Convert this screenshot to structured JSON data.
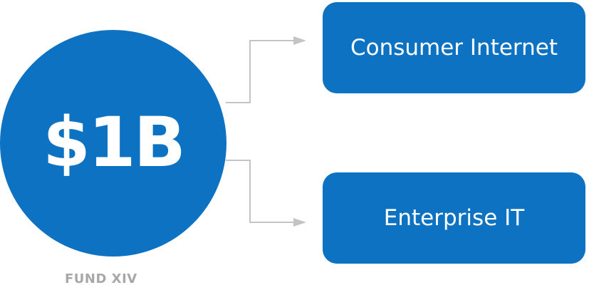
{
  "fund": {
    "amount": "$1B",
    "label": "FUND XIV"
  },
  "segments": [
    {
      "label": "Consumer Internet"
    },
    {
      "label": "Enterprise IT"
    }
  ],
  "colors": {
    "accent": "#0e72c2",
    "connector": "#c4c4c4",
    "caption": "#a8a8a8",
    "text_on_accent": "#ffffff"
  }
}
